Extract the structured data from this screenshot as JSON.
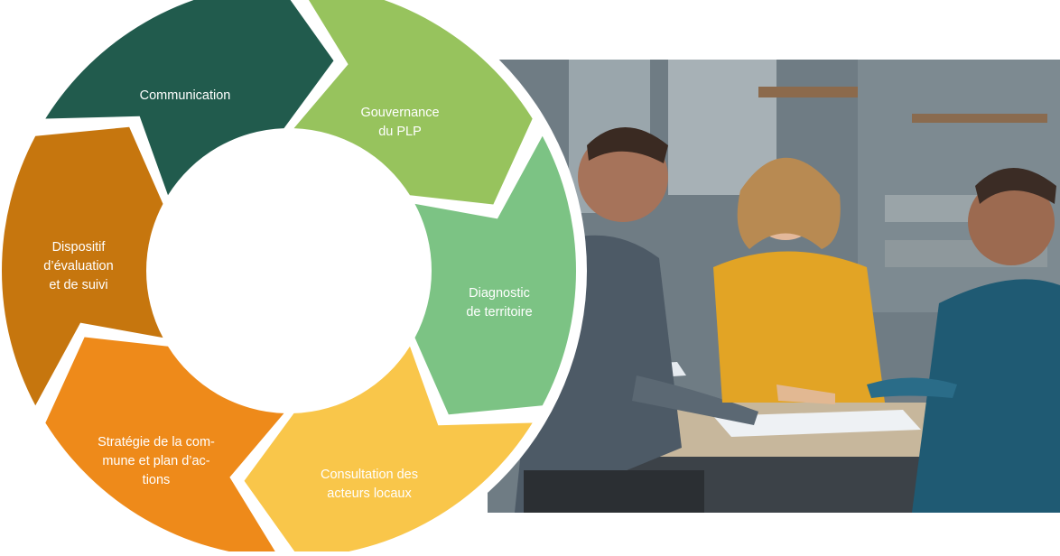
{
  "cycle": {
    "segments": [
      {
        "label": "Communication",
        "color": "#215b4d"
      },
      {
        "label": "Gouvernance\ndu PLP",
        "color": "#97c35d"
      },
      {
        "label": "Diagnostic\nde territoire",
        "color": "#7cc384"
      },
      {
        "label": "Consultation des\nacteurs locaux",
        "color": "#f9c64a"
      },
      {
        "label": "Stratégie de la com-\nmune et plan d’ac-\ntions",
        "color": "#ee8a1a"
      },
      {
        "label": "Dispositif\nd’évaluation\net de suivi",
        "color": "#c6760e"
      }
    ]
  },
  "photo": {
    "description_icon": "team-meeting-photo"
  }
}
